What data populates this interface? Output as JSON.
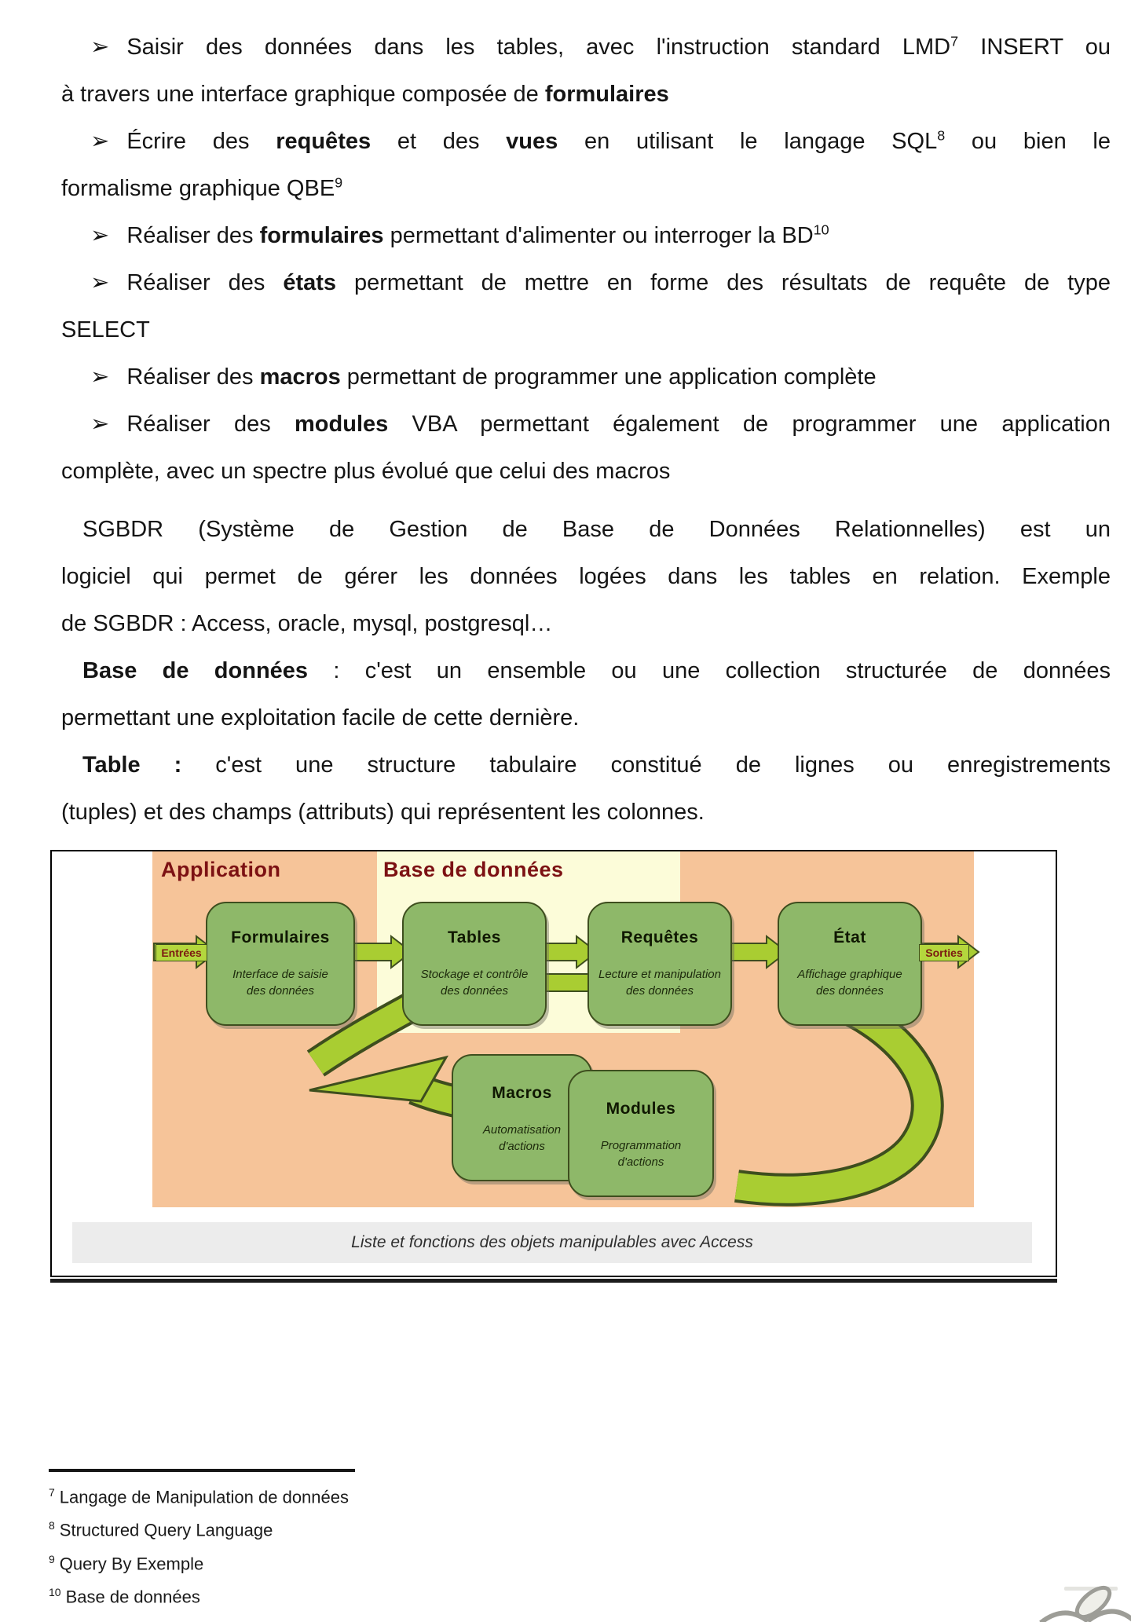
{
  "body": {
    "bullet_glyph": "➢",
    "lines": [
      {
        "bullet": true,
        "justify": true,
        "segments": [
          {
            "t": "Saisir des données dans les tables, avec l'instruction standard LMD"
          },
          {
            "t": "7",
            "sup": true
          },
          {
            "t": " INSERT ou"
          }
        ]
      },
      {
        "segments": [
          {
            "t": "à travers une interface graphique composée de "
          },
          {
            "t": "formulaires",
            "b": true
          }
        ]
      },
      {
        "bullet": true,
        "justify": true,
        "segments": [
          {
            "t": "Écrire des "
          },
          {
            "t": "requêtes",
            "b": true
          },
          {
            "t": " et des "
          },
          {
            "t": "vues",
            "b": true
          },
          {
            "t": " en utilisant le langage SQL"
          },
          {
            "t": "8",
            "sup": true
          },
          {
            "t": " ou bien le"
          }
        ]
      },
      {
        "segments": [
          {
            "t": "formalisme graphique QBE"
          },
          {
            "t": "9",
            "sup": true
          }
        ]
      },
      {
        "bullet": true,
        "segments": [
          {
            "t": "Réaliser des "
          },
          {
            "t": "formulaires",
            "b": true
          },
          {
            "t": " permettant d'alimenter ou interroger la BD"
          },
          {
            "t": "10",
            "sup": true
          }
        ]
      },
      {
        "bullet": true,
        "justify": true,
        "segments": [
          {
            "t": "Réaliser des "
          },
          {
            "t": "états",
            "b": true
          },
          {
            "t": " permettant de mettre en forme des résultats de requête de type"
          }
        ]
      },
      {
        "segments": [
          {
            "t": "SELECT"
          }
        ]
      },
      {
        "bullet": true,
        "segments": [
          {
            "t": "Réaliser des "
          },
          {
            "t": "macros",
            "b": true
          },
          {
            "t": " permettant de programmer une application complète"
          }
        ]
      },
      {
        "bullet": true,
        "justify": true,
        "segments": [
          {
            "t": "Réaliser des "
          },
          {
            "t": "modules",
            "b": true
          },
          {
            "t": " VBA permettant également de programmer une application"
          }
        ]
      },
      {
        "segments": [
          {
            "t": "complète, avec un spectre plus évolué que celui des macros"
          }
        ]
      },
      {
        "indent": true,
        "justify": true,
        "mt": true,
        "segments": [
          {
            "t": "SGBDR (Système de Gestion de Base de Données Relationnelles) est un"
          }
        ]
      },
      {
        "justify": true,
        "segments": [
          {
            "t": "logiciel qui permet de gérer les données logées dans les tables en relation. Exemple"
          }
        ]
      },
      {
        "segments": [
          {
            "t": "de SGBDR : Access, oracle, mysql, postgresql…"
          }
        ]
      },
      {
        "indent": true,
        "justify": true,
        "segments": [
          {
            "t": "Base de données",
            "b": true
          },
          {
            "t": " : c'est un ensemble ou une collection structurée de données"
          }
        ]
      },
      {
        "segments": [
          {
            "t": "permettant une exploitation facile de cette dernière."
          }
        ]
      },
      {
        "indent": true,
        "justify": true,
        "segments": [
          {
            "t": "Table :",
            "b": true
          },
          {
            "t": " c'est une structure tabulaire constitué de lignes ou enregistrements"
          }
        ]
      },
      {
        "segments": [
          {
            "t": "(tuples) et des champs (attributs) qui représentent les colonnes."
          }
        ]
      }
    ]
  },
  "figure": {
    "region_labels": {
      "application": "Application",
      "database": "Base de données"
    },
    "input_label": "Entrées",
    "output_label": "Sorties",
    "boxes": {
      "formulaires": {
        "title": "Formulaires",
        "sub1": "Interface de saisie",
        "sub2": "des données"
      },
      "tables": {
        "title": "Tables",
        "sub1": "Stockage et contrôle",
        "sub2": "des données"
      },
      "requetes": {
        "title": "Requêtes",
        "sub1": "Lecture et manipulation",
        "sub2": "des données"
      },
      "etat": {
        "title": "État",
        "sub1": "Affichage graphique",
        "sub2": "des données"
      },
      "macros": {
        "title": "Macros",
        "sub1": "Automatisation",
        "sub2": "d'actions"
      },
      "modules": {
        "title": "Modules",
        "sub1": "Programmation",
        "sub2": "d'actions"
      }
    },
    "caption": "Liste et fonctions des objets manipulables avec Access",
    "colors": {
      "application_bg": "#f6c499",
      "database_bg": "#fcfcd9",
      "box_green": "#8eb869",
      "box_border": "#3e4e1e",
      "arrow_green": "#a9cd32",
      "header_red": "#7c1113",
      "caption_bg": "#ececec"
    }
  },
  "footnotes": [
    {
      "marker": "7",
      "text": "Langage de Manipulation de données"
    },
    {
      "marker": "8",
      "text": "Structured Query Language"
    },
    {
      "marker": "9",
      "text": "Query By Exemple"
    },
    {
      "marker": "10",
      "text": "Base de données"
    }
  ]
}
